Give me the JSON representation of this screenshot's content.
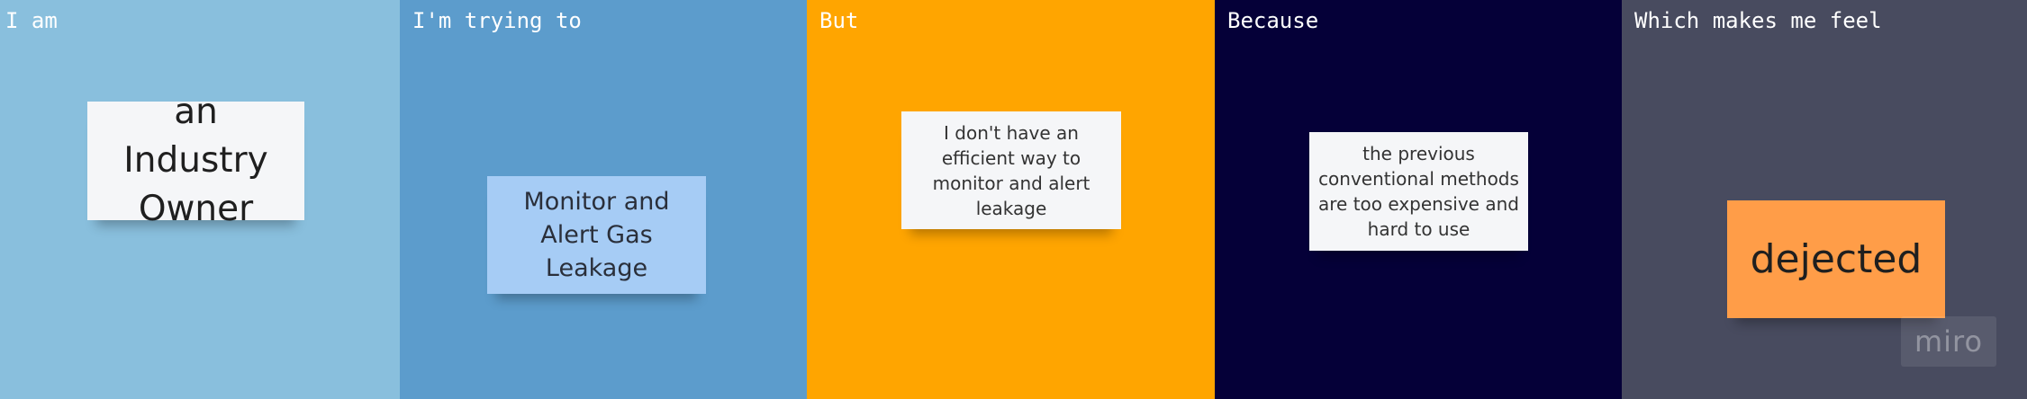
{
  "columns": [
    {
      "title": "I am",
      "note": "an Industry Owner",
      "background": "#89BFDD",
      "note_color": "#F5F6F8"
    },
    {
      "title": "I'm trying to",
      "note": "Monitor and Alert Gas Leakage",
      "background": "#5C9CCC",
      "note_color": "#A6CCF5"
    },
    {
      "title": "But",
      "note": "I don't have an efficient way to monitor and alert leakage",
      "background": "#FFA500",
      "note_color": "#F5F6F8"
    },
    {
      "title": "Because",
      "note": "the previous conventional methods are too expensive and hard to use",
      "background": "#050038",
      "note_color": "#F5F6F8"
    },
    {
      "title": "Which makes me feel",
      "note": "dejected",
      "background": "#484B5F",
      "note_color": "#FF9D48"
    }
  ],
  "watermark": {
    "text": "miro"
  }
}
